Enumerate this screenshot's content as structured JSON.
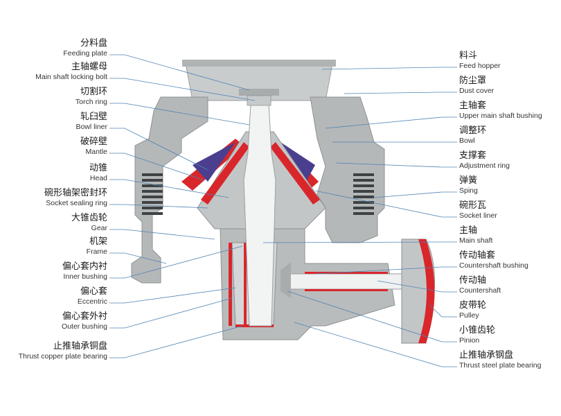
{
  "title": "",
  "colors": {
    "body_gray": "#b9bcbd",
    "body_dark": "#8e9293",
    "body_light": "#d4d6d7",
    "liner_red": "#d9262b",
    "spring_dark": "#3f4244",
    "chamber_purple": "#4a3f8f",
    "leader_line": "#4f83b3"
  },
  "labels_left": [
    {
      "id": "feeding-plate",
      "zh": "分料盘",
      "en": "Feeding plate"
    },
    {
      "id": "main-shaft-locking-bolt",
      "zh": "主轴螺母",
      "en": "Main shaft locking bolt"
    },
    {
      "id": "torch-ring",
      "zh": "切割环",
      "en": "Torch ring"
    },
    {
      "id": "bowl-liner",
      "zh": "轧臼壁",
      "en": "Bowl liner"
    },
    {
      "id": "mantle",
      "zh": "破碎壁",
      "en": "Mantle"
    },
    {
      "id": "head",
      "zh": "动锥",
      "en": "Head"
    },
    {
      "id": "socket-sealing-ring",
      "zh": "碗形轴架密封环",
      "en": "Socket sealing ring"
    },
    {
      "id": "gear",
      "zh": "大锥齿轮",
      "en": "Gear"
    },
    {
      "id": "frame",
      "zh": "机架",
      "en": "Frame"
    },
    {
      "id": "inner-bushing",
      "zh": "偏心套内衬",
      "en": "Inner bushing"
    },
    {
      "id": "eccentric",
      "zh": "偏心套",
      "en": "Eccentric"
    },
    {
      "id": "outer-bushing",
      "zh": "偏心套外衬",
      "en": "Outer bushing"
    },
    {
      "id": "thrust-copper-plate-bearing",
      "zh": "止推轴承铜盘",
      "en": "Thrust copper plate bearing"
    }
  ],
  "labels_right": [
    {
      "id": "feed-hopper",
      "zh": "料斗",
      "en": "Feed hopper"
    },
    {
      "id": "dust-cover",
      "zh": "防尘罩",
      "en": "Dust cover"
    },
    {
      "id": "upper-main-shaft-bushing",
      "zh": "主轴套",
      "en": "Upper main shaft bushing"
    },
    {
      "id": "bowl",
      "zh": "调整环",
      "en": "Bowl"
    },
    {
      "id": "adjustment-ring",
      "zh": "支撑套",
      "en": "Adjustment ring"
    },
    {
      "id": "spring",
      "zh": "弹簧",
      "en": "Sping"
    },
    {
      "id": "socket-liner",
      "zh": "碗形瓦",
      "en": "Socket liner"
    },
    {
      "id": "main-shaft",
      "zh": "主轴",
      "en": "Main shaft"
    },
    {
      "id": "countershaft-bushing",
      "zh": "传动轴套",
      "en": "Countershaft bushing"
    },
    {
      "id": "countershaft",
      "zh": "传动轴",
      "en": "Countershaft"
    },
    {
      "id": "pulley",
      "zh": "皮带轮",
      "en": "Pulley"
    },
    {
      "id": "pinion",
      "zh": "小锥齿轮",
      "en": "Pinion"
    },
    {
      "id": "thrust-steel-plate-bearing",
      "zh": "止推轴承钢盘",
      "en": "Thrust steel plate bearing"
    }
  ]
}
